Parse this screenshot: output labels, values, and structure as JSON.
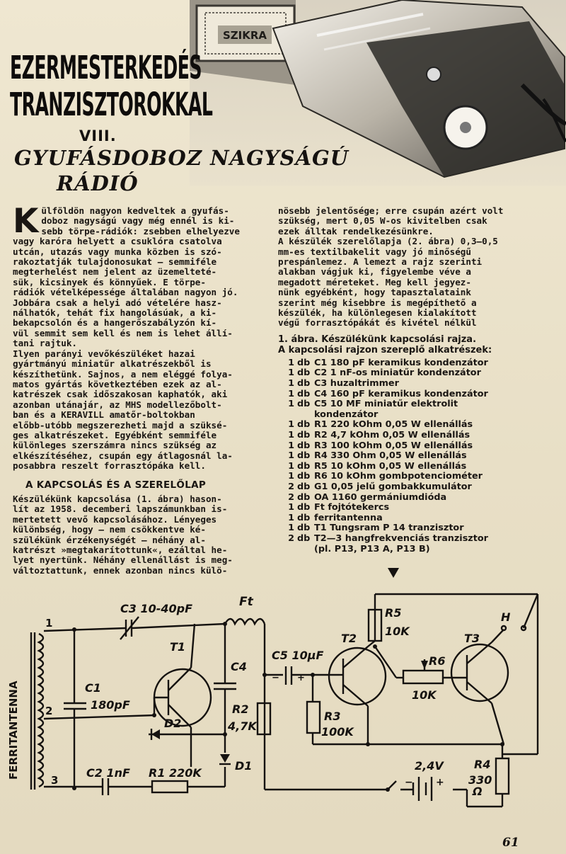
{
  "header": {
    "title_line1": "EZERMESTERKEDÉS",
    "title_line2": "TRANZISZTOROKKAL",
    "part_no": "VIII.",
    "subtitle_line1": "GYUFÁSDOBOZ NAGYSÁGÚ",
    "subtitle_line2": "RÁDIÓ",
    "photo_label": "SZIKRA"
  },
  "left_column": {
    "dropcap": "K",
    "para1_lines": [
      "ülföldön nagyon kedveltek a gyufás-",
      "doboz nagyságú vagy még ennél is ki-",
      "sebb törpe-rádiók: zsebben elhelyezve",
      "vagy karóra helyett a csuklóra csatolva",
      "utcán, utazás vagy munka közben is szó-",
      "rakoztatják tulajdonosukat — semmiféle",
      "megterhelést nem jelent az üzemelteté-",
      "sük, kicsinyek és könnyűek. E törpe-",
      "rádiók vételképessége általában nagyon jó.",
      "Jobbára csak a helyi adó vételére hasz-",
      "nálhatók, tehát fix hangolásúak, a ki-",
      "bekapcsolón és a hangerőszabályzón kí-",
      "vül semmit sem kell és nem is lehet állí-",
      "tani rajtuk."
    ],
    "para2_lines": [
      "Ilyen parányi vevőkészüléket hazai",
      "gyártmányú miniatűr alkatrészekből is",
      "készíthetünk. Sajnos, a nem eléggé folya-",
      "matos gyártás következtében ezek az al-",
      "katrészek csak időszakosan kaphatók, aki",
      "azonban utánajár, az MHS modellezőbolt-",
      "ban és a KERAVILL amatőr-boltokban",
      "előbb-utóbb megszerezheti majd a szüksé-",
      "ges alkatrészeket. Egyébként semmiféle",
      "különleges szerszámra nincs szükség az",
      "elkészítéséhez, csupán egy átlagosnál la-",
      "posabbra reszelt forrasztópáka kell."
    ],
    "section_heading": "A KAPCSOLÁS ÉS A SZERELŐLAP",
    "para3_lines": [
      "Készülékünk kapcsolása (1. ábra) hason-",
      "lít az 1958. decemberi lapszámunkban is-",
      "mertetett vevő kapcsolásához. Lényeges",
      "különbség, hogy — nem csökkentve ké-",
      "szülékünk érzékenységét — néhány al-",
      "katrészt »megtakarítottunk«, ezáltal he-",
      "lyet nyertünk. Néhány ellenállást is meg-",
      "változtattunk, ennek azonban nincs külö-"
    ]
  },
  "right_column": {
    "para1_lines": [
      "nösebb jelentősége; erre csupán azért volt",
      "szükség, mert 0,05 W-os kivitelben csak",
      "ezek álltak rendelkezésünkre."
    ],
    "para2_lines": [
      "A készülék szerelőlapja (2. ábra) 0,3—0,5",
      "mm-es textilbakelit vagy jó minőségű",
      "prespánlemez. A lemezt a rajz szerinti",
      "alakban vágjuk ki, figyelembe véve a",
      "megadott méreteket. Meg kell jegyez-",
      "nünk egyébként, hogy tapasztalataink",
      "szerint még kisebbre is megépíthető a",
      "készülék, ha különlegesen kialakított",
      "végű forrasztópákát és kivétel nélkül"
    ],
    "caption_line1": "1. ábra. Készülékünk kapcsolási rajza.",
    "caption_line2": "A kapcsolási rajzon szereplő alkatrészek:",
    "parts": [
      {
        "qty": "1",
        "unit": "db",
        "desc": "C1 180 pF keramikus kondenzátor"
      },
      {
        "qty": "1",
        "unit": "db",
        "desc": "C2 1 nF-os miniatűr kondenzátor"
      },
      {
        "qty": "1",
        "unit": "db",
        "desc": "C3 huzaltrimmer"
      },
      {
        "qty": "1",
        "unit": "db",
        "desc": "C4 160 pF keramikus kondenzátor"
      },
      {
        "qty": "1",
        "unit": "db",
        "desc": "C5 10 MF miniatűr elektrolit"
      },
      {
        "qty": "",
        "unit": "",
        "desc": "kondenzátor"
      },
      {
        "qty": "1",
        "unit": "db",
        "desc": "R1 220 kOhm 0,05 W ellenállás"
      },
      {
        "qty": "1",
        "unit": "db",
        "desc": "R2 4,7 kOhm 0,05 W ellenállás"
      },
      {
        "qty": "1",
        "unit": "db",
        "desc": "R3 100 kOhm 0,05 W ellenállás"
      },
      {
        "qty": "1",
        "unit": "db",
        "desc": "R4 330 Ohm 0,05 W ellenállás"
      },
      {
        "qty": "1",
        "unit": "db",
        "desc": "R5 10 kOhm 0,05 W ellenállás"
      },
      {
        "qty": "1",
        "unit": "db",
        "desc": "R6 10 kOhm gombpotenciométer"
      },
      {
        "qty": "2",
        "unit": "db",
        "desc": "G1 0,05 jelű gombakkumulátor"
      },
      {
        "qty": "2",
        "unit": "db",
        "desc": "OA 1160 germániumdióda"
      },
      {
        "qty": "1",
        "unit": "db",
        "desc": "Ft fojtótekercs"
      },
      {
        "qty": "1",
        "unit": "db",
        "desc": "ferritantenna"
      },
      {
        "qty": "1",
        "unit": "db",
        "desc": "T1 Tungsram P 14 tranzisztor"
      },
      {
        "qty": "2",
        "unit": "db",
        "desc": "T2—3 hangfrekvenciás tranzisztor"
      },
      {
        "qty": "",
        "unit": "",
        "desc": "(pl. P13, P13 A, P13 B)"
      }
    ]
  },
  "schematic": {
    "antenna": "FERRITANTENNA",
    "c3": "C3 10-40pF",
    "ft": "Ft",
    "t1": "T1",
    "c4": "C4",
    "c1": "C1",
    "c1_val": "180pF",
    "d2": "D2",
    "d1": "D1",
    "r2": "R2",
    "r2_val": "4,7K",
    "c2": "C2 1nF",
    "r1": "R1 220K",
    "c5": "C5 10µF",
    "t2": "T2",
    "r5": "R5",
    "r5_val": "10K",
    "r6": "R6",
    "r6_val": "10K",
    "t3": "T3",
    "h": "H",
    "r3": "R3",
    "r3_val": "100K",
    "batt": "2,4V",
    "r4": "R4",
    "r4_val": "330",
    "r4_unit": "Ω",
    "plus": "+",
    "minus": "−",
    "n1": "1",
    "n2": "2",
    "n3": "3"
  },
  "page_number": "61"
}
